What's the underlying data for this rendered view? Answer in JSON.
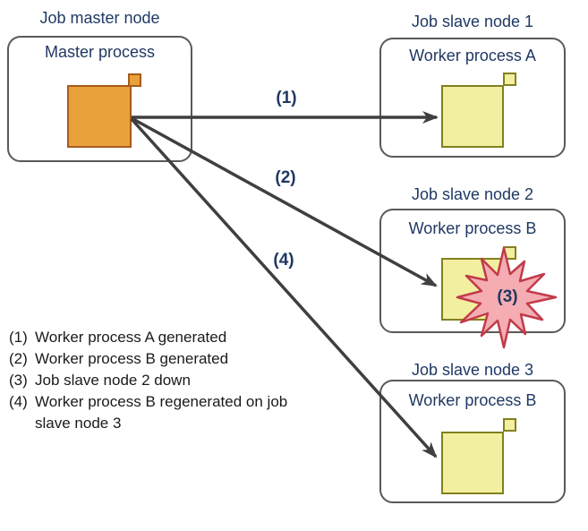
{
  "master": {
    "title": "Job master node",
    "process": "Master process"
  },
  "slaves": [
    {
      "title": "Job slave node 1",
      "process": "Worker process A"
    },
    {
      "title": "Job slave node 2",
      "process": "Worker process B"
    },
    {
      "title": "Job slave node 3",
      "process": "Worker process B"
    }
  ],
  "arrows": [
    {
      "label": "(1)"
    },
    {
      "label": "(2)"
    },
    {
      "label": "(4)"
    }
  ],
  "burst": {
    "label": "(3)"
  },
  "legend": {
    "items": [
      {
        "num": "(1)",
        "text": "Worker process A generated"
      },
      {
        "num": "(2)",
        "text": "Worker process B generated"
      },
      {
        "num": "(3)",
        "text": "Job slave node 2 down"
      },
      {
        "num": "(4)",
        "text": "Worker process B regenerated on job",
        "text2": "slave node 3"
      }
    ]
  },
  "colors": {
    "title_text": "#1F3864",
    "legend_text": "#1A1A1A",
    "box_border": "#595959",
    "arrow": "#3F3F3F",
    "master_square_fill": "#E9A23B",
    "master_square_border": "#A85B1E",
    "worker_square_fill": "#F2EFA0",
    "worker_square_border": "#82801F",
    "burst_fill": "#F5ACB2",
    "burst_border": "#C13B4A"
  }
}
